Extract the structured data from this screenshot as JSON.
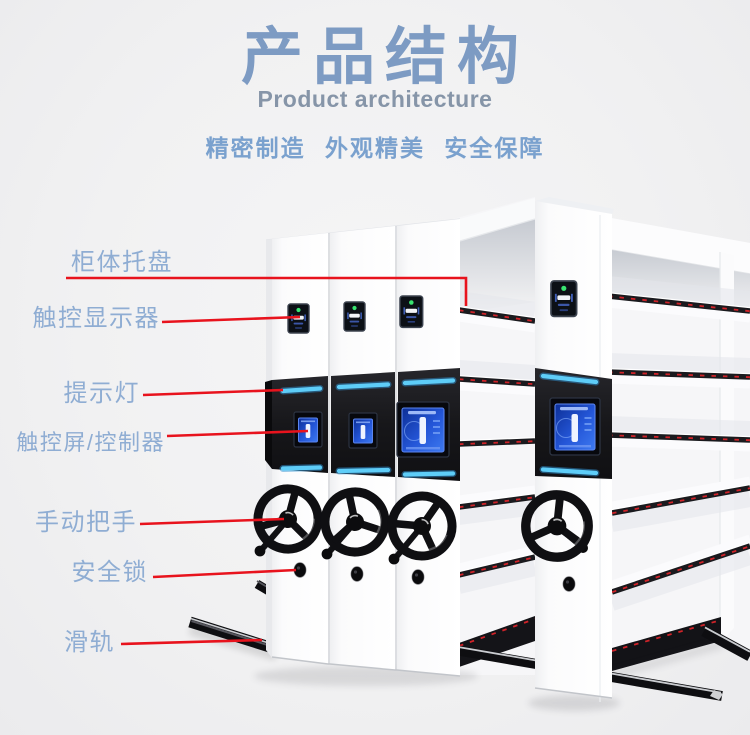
{
  "header": {
    "title": "产品结构",
    "subtitle": "Product architecture",
    "tagline": "精密制造 外观精美 安全保障"
  },
  "labels": [
    {
      "id": "cabinet-tray",
      "text": "柜体托盘"
    },
    {
      "id": "touch-display",
      "text": "触控显示器"
    },
    {
      "id": "indicator-light",
      "text": "提示灯"
    },
    {
      "id": "touch-screen-controller",
      "text": "触控屏/控制器"
    },
    {
      "id": "hand-wheel",
      "text": "手动把手"
    },
    {
      "id": "safety-lock",
      "text": "安全锁"
    },
    {
      "id": "slide-rail",
      "text": "滑轨"
    }
  ],
  "colors": {
    "title_blue": "#7d9bc3",
    "subtitle_gray": "#8695a8",
    "tagline_blue": "#7aa1ce",
    "label_blue": "#8fadd3",
    "leader_red": "#e8131d",
    "led_blue": "#5ecdf8",
    "screen_blue": "#2f6ae8",
    "cabinet_black": "#1a1a1d",
    "shelf_edge_red": "#cf2329",
    "cabinet_white": "#fdfdfe"
  }
}
